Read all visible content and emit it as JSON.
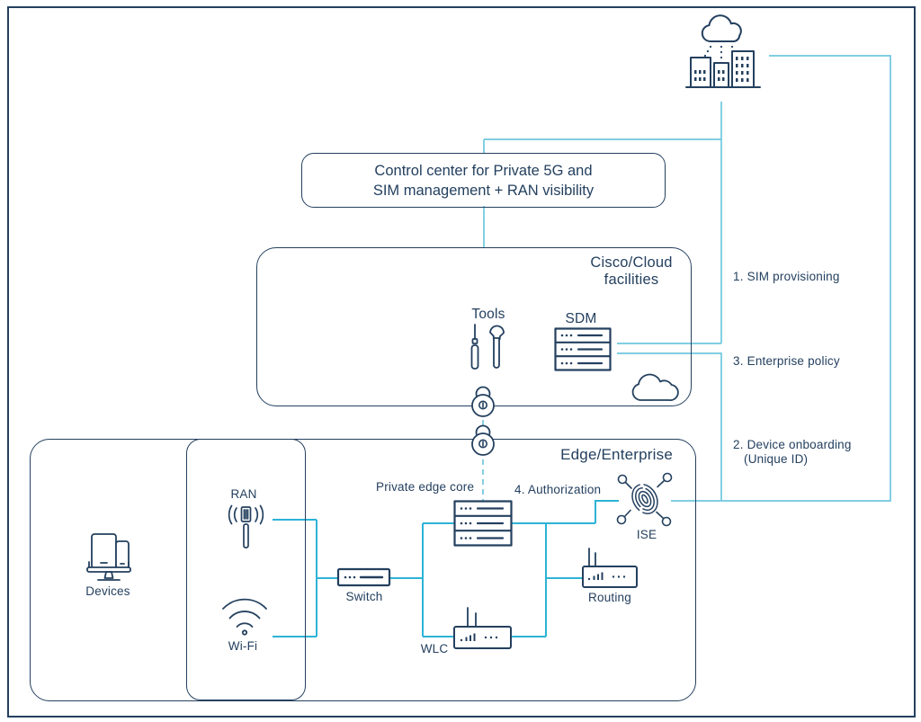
{
  "colors": {
    "navy": "#24405f",
    "connector_light": "#6ec7de",
    "connector_teal": "#2db3d6",
    "background": "#ffffff"
  },
  "control_center": {
    "line1": "Control center for Private 5G and",
    "line2": "SIM management + RAN visibility"
  },
  "cloud_facilities": {
    "title_line1": "Cisco/Cloud",
    "title_line2": "facilities",
    "tools_label": "Tools",
    "sdm_label": "SDM"
  },
  "annotations": {
    "sim_provisioning": "1. SIM provisioning",
    "enterprise_policy": "3. Enterprise policy",
    "device_onboarding_line1": "2. Device onboarding",
    "device_onboarding_line2": "(Unique ID)",
    "authorization": "4. Authorization"
  },
  "edge": {
    "title": "Edge/Enterprise",
    "private_edge_core": "Private edge core",
    "ise_label": "ISE",
    "routing_label": "Routing",
    "wlc_label": "WLC",
    "switch_label": "Switch",
    "ran_label": "RAN",
    "wifi_label": "Wi-Fi",
    "devices_label": "Devices"
  }
}
